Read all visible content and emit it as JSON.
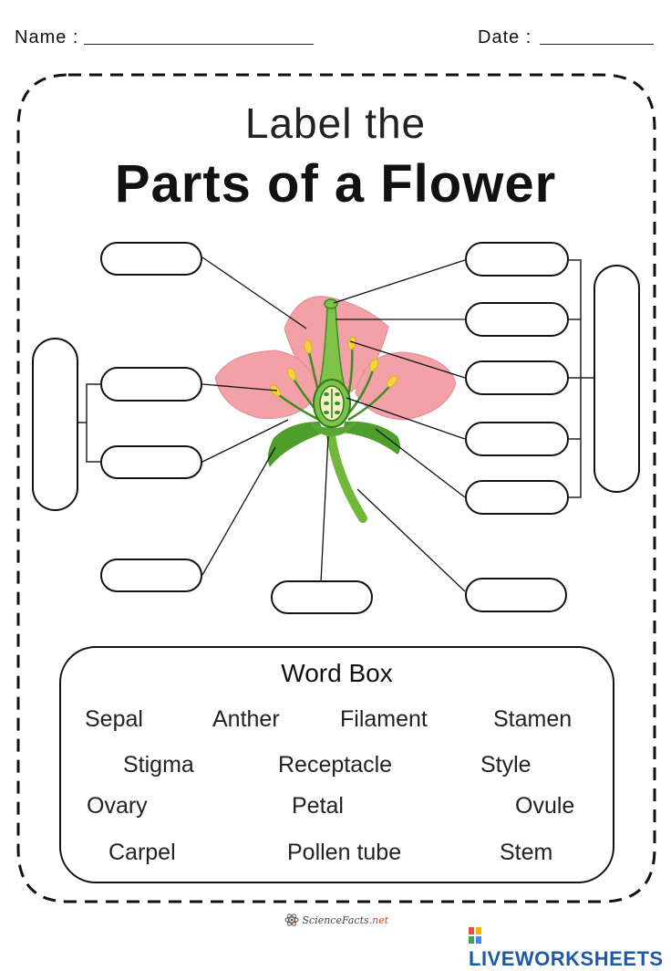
{
  "header": {
    "name_label": "Name :",
    "date_label": "Date :"
  },
  "title": {
    "line1": "Label the",
    "line2": "Parts of a Flower"
  },
  "word_box": {
    "title": "Word Box",
    "words": [
      "Sepal",
      "Anther",
      "Filament",
      "Stamen",
      "Stigma",
      "Receptacle",
      "Style",
      "Ovary",
      "Petal",
      "Ovule",
      "Carpel",
      "Pollen tube",
      "Stem"
    ]
  },
  "footer": {
    "logo_text": "ScienceFacts",
    "logo_suffix": ".net",
    "brand": "LIVEWORKSHEETS"
  },
  "colors": {
    "petal": "#f3a0a6",
    "leaf": "#4e9e2c",
    "stem": "#6fb83a",
    "anther": "#f5d13a",
    "brand": "#1f5aa8"
  },
  "icons": [
    "atom-icon",
    "liveworksheets-logo-icon"
  ]
}
